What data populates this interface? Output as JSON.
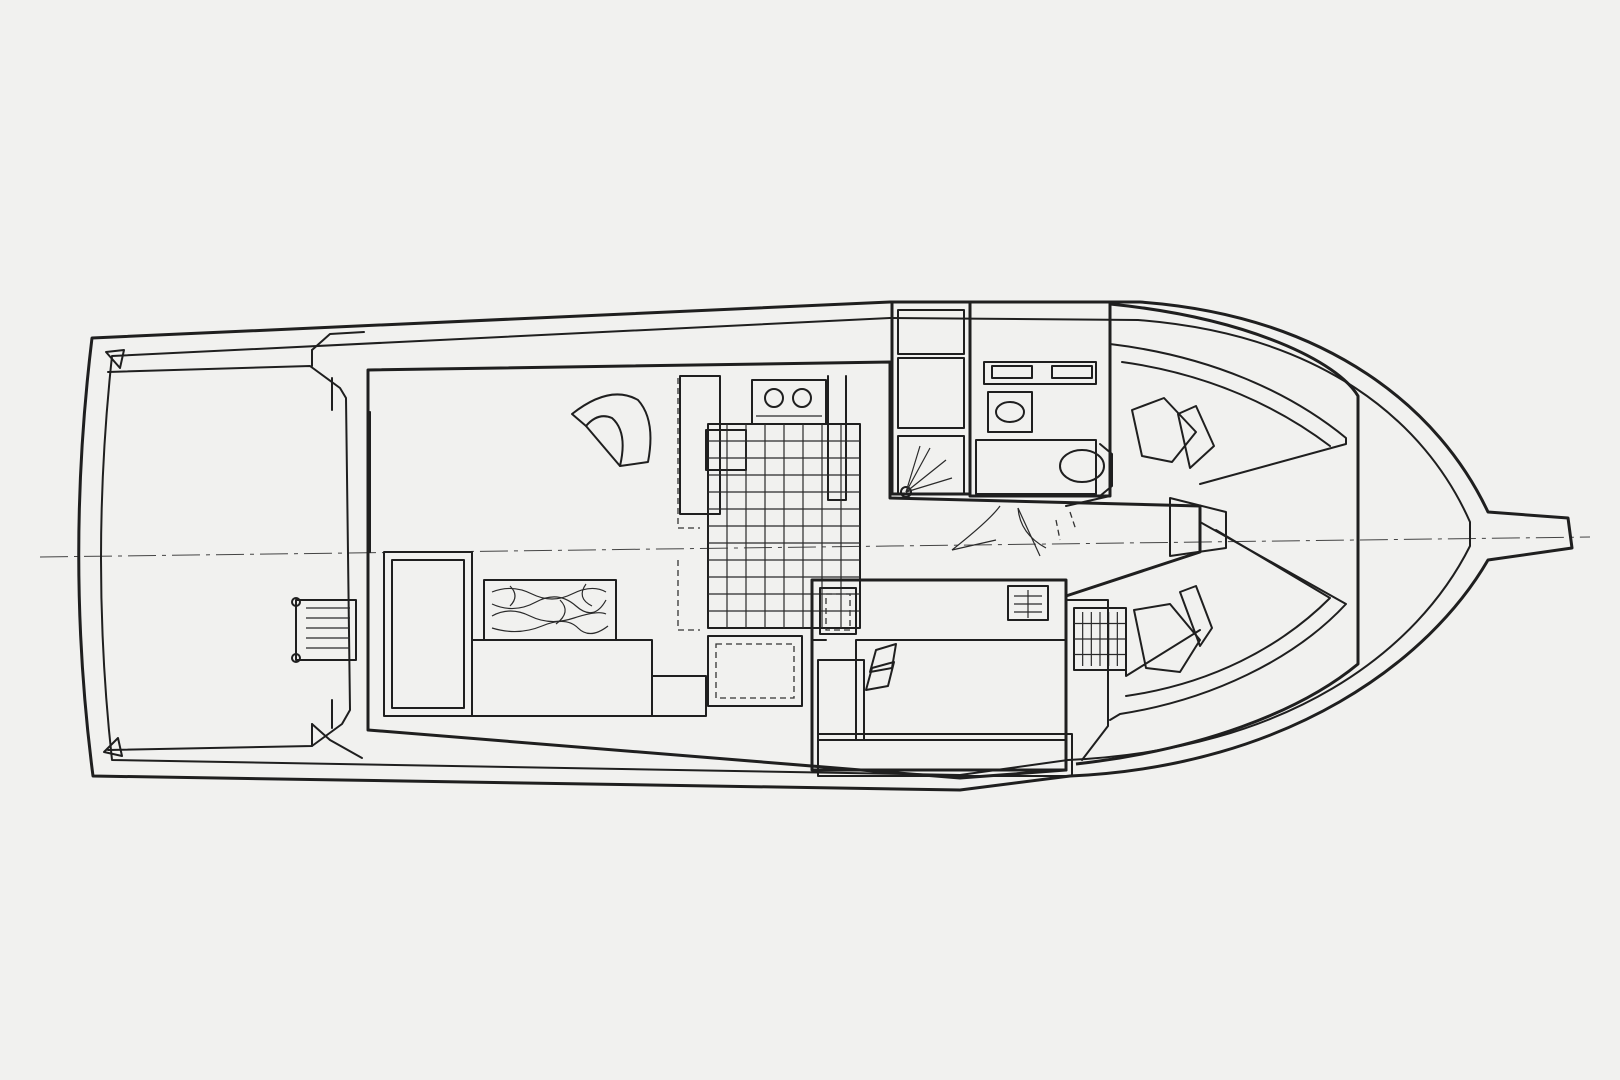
{
  "colors": {
    "paper": "#f1f1ef",
    "ink": "#1f1f1f"
  },
  "galley_grid": {
    "cols": 8,
    "rows": 12
  },
  "berth_grid": {
    "cols": 6,
    "rows": 4
  }
}
